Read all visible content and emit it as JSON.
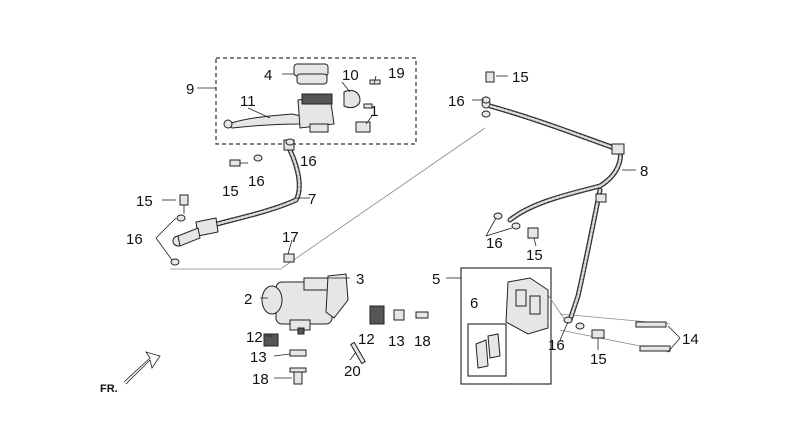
{
  "diagram": {
    "label_fr": "FR.",
    "callouts": {
      "c1": "1",
      "c2": "2",
      "c3": "3",
      "c4": "4",
      "c5": "5",
      "c6": "6",
      "c7": "7",
      "c8": "8",
      "c9": "9",
      "c10": "10",
      "c11": "11",
      "c12a": "12",
      "c12b": "12",
      "c13a": "13",
      "c13b": "13",
      "c14": "14",
      "c15a": "15",
      "c15b": "15",
      "c15c": "15",
      "c15d": "15",
      "c15e": "15",
      "c16a": "16",
      "c16b": "16",
      "c16c": "16",
      "c16d": "16",
      "c16e": "16",
      "c16f": "16",
      "c17": "17",
      "c18a": "18",
      "c18b": "18",
      "c19": "19",
      "c20": "20"
    }
  }
}
